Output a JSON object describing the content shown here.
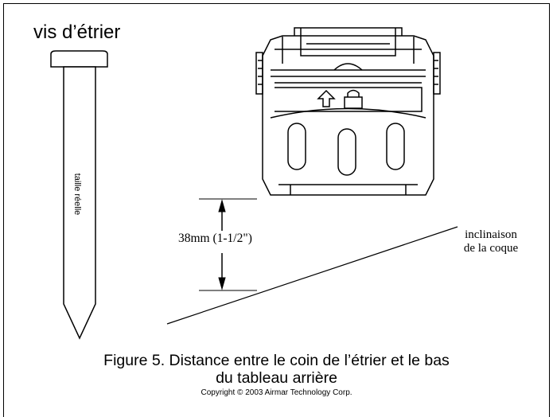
{
  "screw": {
    "title": "vis d’étrier",
    "size_note": "taille réelle"
  },
  "dimension": {
    "label": "38mm (1-1/2\")"
  },
  "hull": {
    "line1": "inclinaison",
    "line2": "de la coque"
  },
  "caption": {
    "line1": "Figure 5. Distance entre le coin de l’étrier et le bas",
    "line2": "du tableau arrière"
  },
  "copyright": "Copyright © 2003 Airmar Technology Corp."
}
